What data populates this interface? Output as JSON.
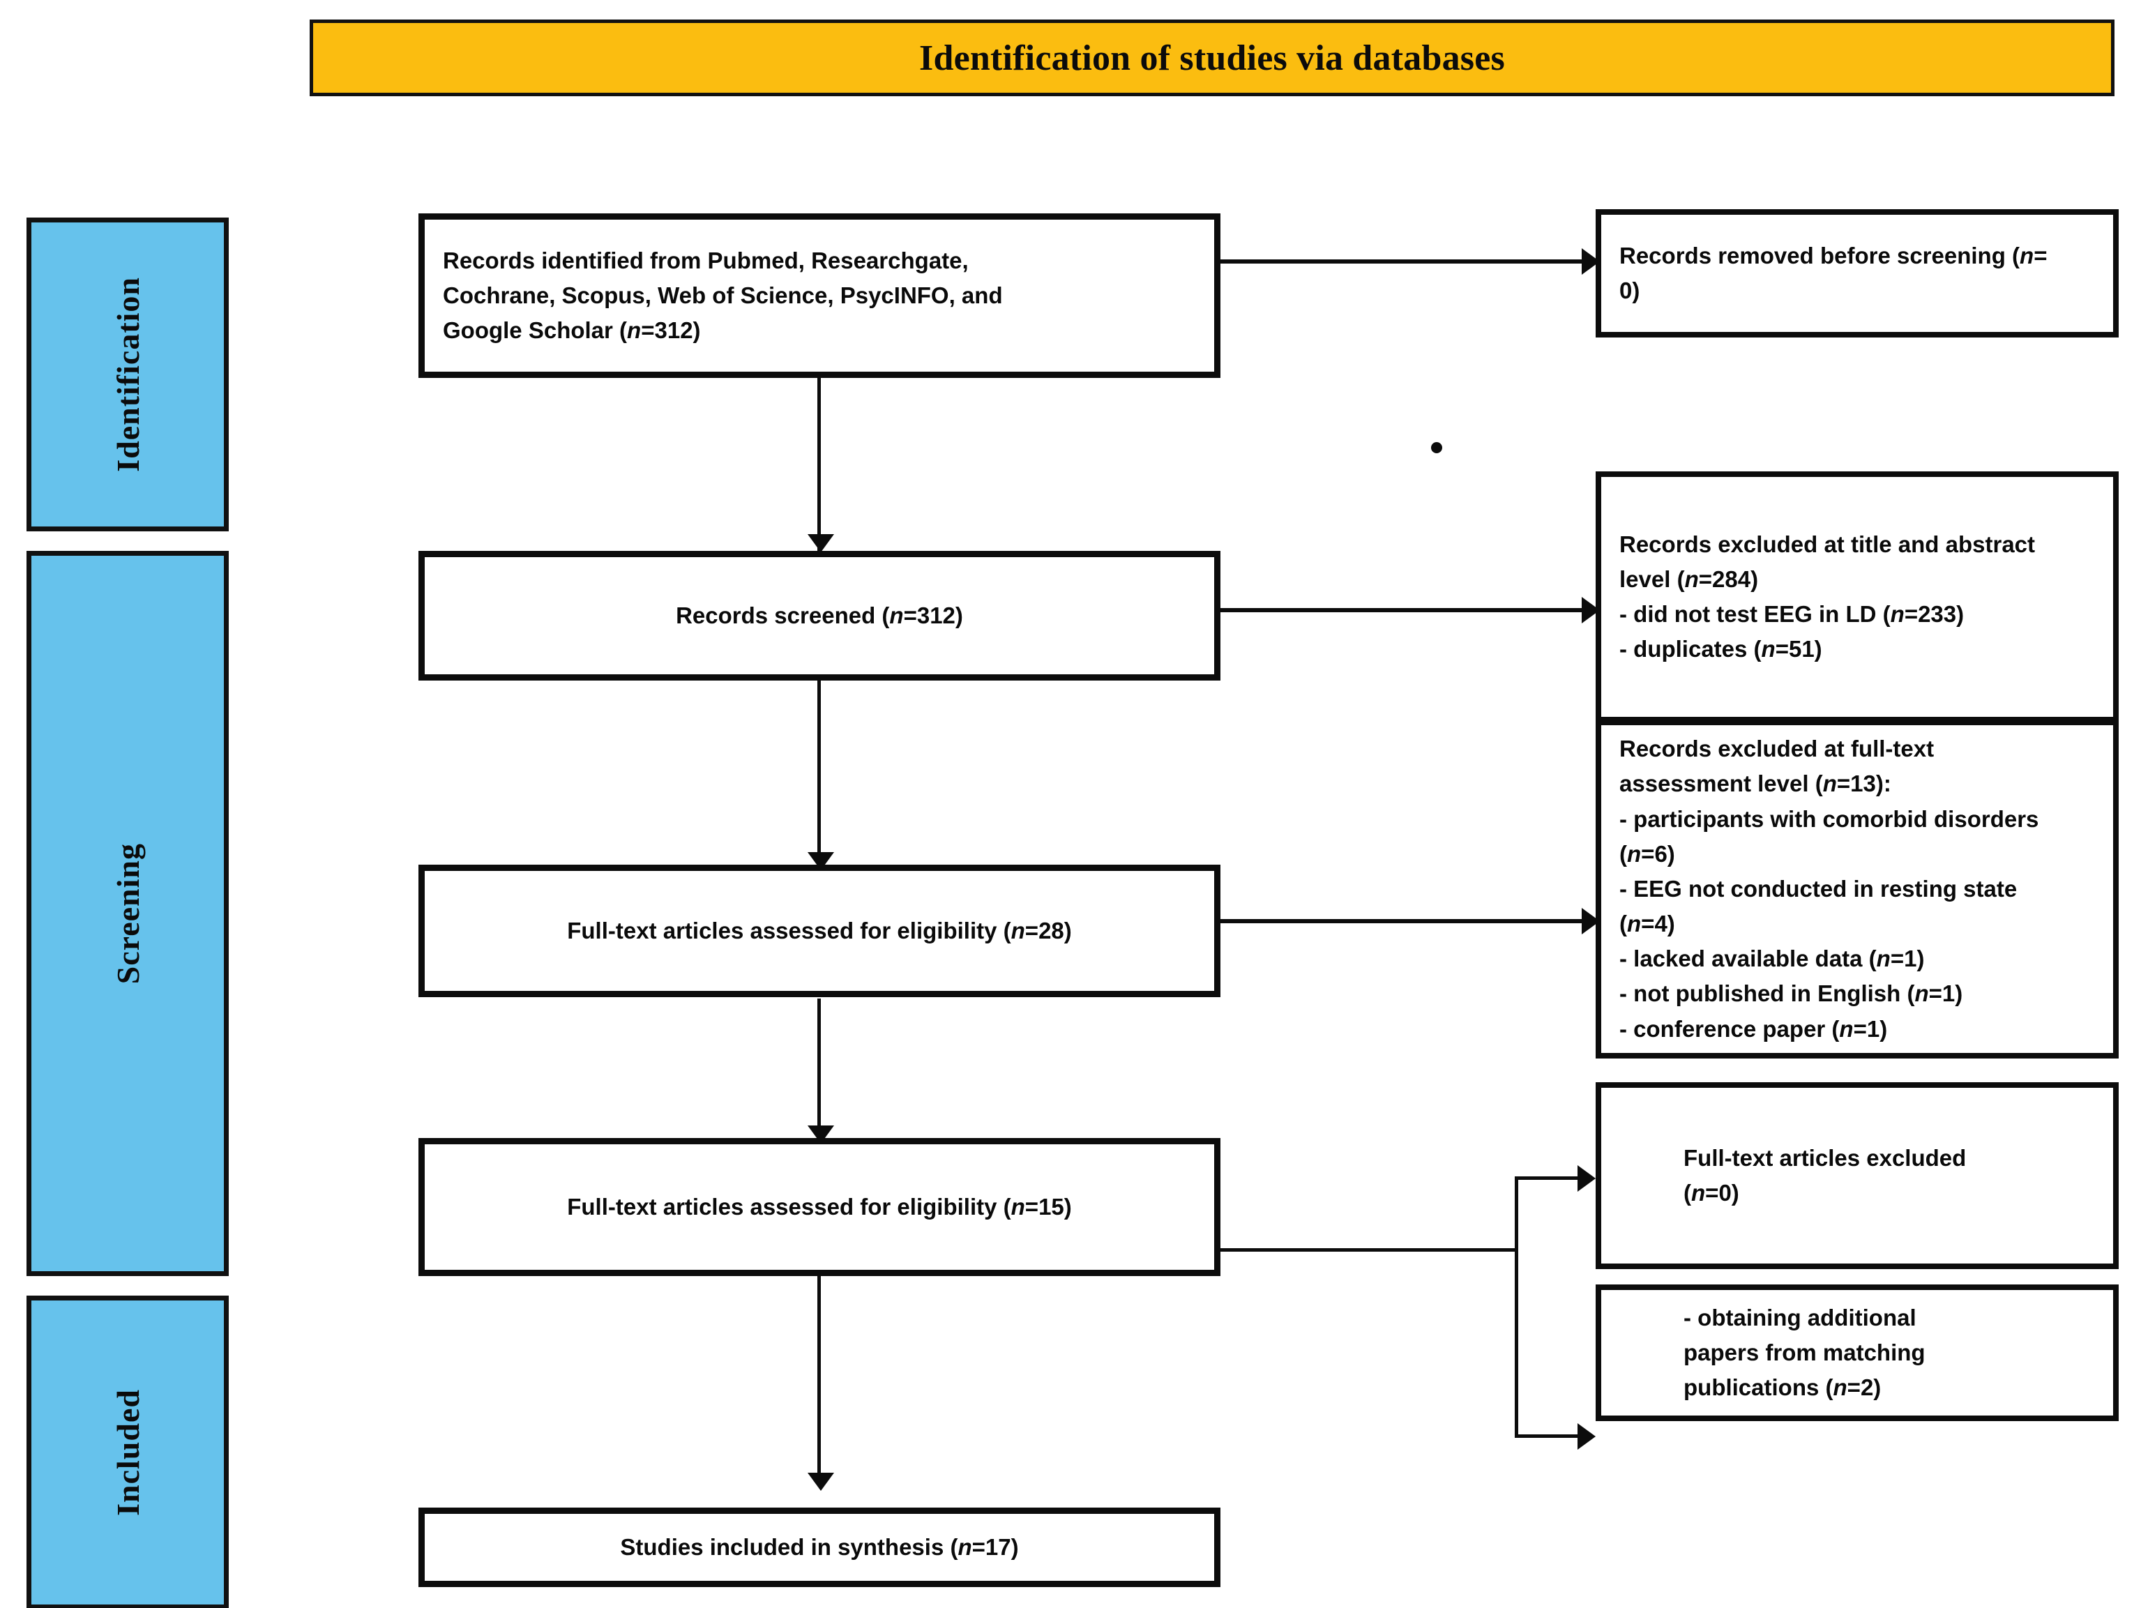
{
  "banner": {
    "title": "Identification of studies via databases",
    "background_color": "#FBBD10",
    "border_color": "#111111"
  },
  "stages": {
    "color": "#66C2EC",
    "items": [
      {
        "label": "Identification"
      },
      {
        "label": "Screening"
      },
      {
        "label": "Included"
      }
    ]
  },
  "flow": {
    "identification": {
      "records_identified": {
        "line1": "Records identified from Pubmed, Researchgate,",
        "line2": "Cochrane, Scopus, Web of Science, PsycINFO, and",
        "line3_prefix": "Google Scholar (",
        "line3_n": "n",
        "line3_suffix": "=312)"
      },
      "records_removed": {
        "line1_prefix": "Records removed before screening (",
        "line1_n": "n",
        "line1_suffix": "=",
        "line2": "0)"
      }
    },
    "screening": {
      "records_screened": {
        "prefix": "Records screened (",
        "n": "n",
        "suffix": "=312)"
      },
      "excluded_title_abstract": {
        "line1": "Records excluded at title and abstract",
        "line2_prefix": "level (",
        "line2_n": "n",
        "line2_suffix": "=284)",
        "line3_prefix": "- did not test EEG in LD (",
        "line3_n": "n",
        "line3_suffix": "=233)",
        "line4_prefix": "- duplicates (",
        "line4_n": "n",
        "line4_suffix": "=51)"
      },
      "fulltext_assessed_28": {
        "prefix": "Full-text articles assessed for eligibility (",
        "n": "n",
        "suffix": "=28)"
      },
      "excluded_fulltext": {
        "line1": "Records excluded at full-text",
        "line2_prefix": "assessment level (",
        "line2_n": "n",
        "line2_suffix": "=13):",
        "line3": "- participants with comorbid disorders",
        "line4_prefix": "(",
        "line4_n": "n",
        "line4_suffix": "=6)",
        "line5": "- EEG not conducted in resting state",
        "line6_prefix": "(",
        "line6_n": "n",
        "line6_suffix": "=4)",
        "line7_prefix": "- lacked available data (",
        "line7_n": "n",
        "line7_suffix": "=1)",
        "line8_prefix": "- not published in English (",
        "line8_n": "n",
        "line8_suffix": "=1)",
        "line9_prefix": "- conference paper (",
        "line9_n": "n",
        "line9_suffix": "=1)"
      },
      "fulltext_assessed_15": {
        "prefix": "Full-text articles assessed for eligibility (",
        "n": "n",
        "suffix": "=15)"
      },
      "fulltext_excluded_0": {
        "line1": "Full-text articles excluded",
        "line2_prefix": "(",
        "line2_n": "n",
        "line2_suffix": "=0)"
      },
      "additional_papers": {
        "line1": "- obtaining additional",
        "line2": "papers from matching",
        "line3_prefix": "publications (",
        "line3_n": "n",
        "line3_suffix": "=2)"
      }
    },
    "included": {
      "studies_included": {
        "prefix": "Studies included in synthesis (",
        "n": "n",
        "suffix": "=17)"
      }
    }
  },
  "chart_data": {
    "type": "diagram",
    "title": "Identification of studies via databases",
    "diagram_kind": "PRISMA flow diagram",
    "stages": [
      "Identification",
      "Screening",
      "Included"
    ],
    "nodes": [
      {
        "id": "records_identified",
        "stage": "Identification",
        "label": "Records identified from Pubmed, Researchgate, Cochrane, Scopus, Web of Science, PsycINFO, and Google Scholar",
        "n": 312
      },
      {
        "id": "records_removed",
        "stage": "Identification",
        "label": "Records removed before screening",
        "n": 0
      },
      {
        "id": "records_screened",
        "stage": "Screening",
        "label": "Records screened",
        "n": 312
      },
      {
        "id": "excluded_title_abstract",
        "stage": "Screening",
        "label": "Records excluded at title and abstract level",
        "n": 284,
        "reasons": [
          {
            "label": "did not test EEG in LD",
            "n": 233
          },
          {
            "label": "duplicates",
            "n": 51
          }
        ]
      },
      {
        "id": "fulltext_assessed_28",
        "stage": "Screening",
        "label": "Full-text articles assessed for eligibility",
        "n": 28
      },
      {
        "id": "excluded_fulltext",
        "stage": "Screening",
        "label": "Records excluded at full-text assessment level",
        "n": 13,
        "reasons": [
          {
            "label": "participants with comorbid disorders",
            "n": 6
          },
          {
            "label": "EEG not conducted in resting state",
            "n": 4
          },
          {
            "label": "lacked available data",
            "n": 1
          },
          {
            "label": "not published in English",
            "n": 1
          },
          {
            "label": "conference paper",
            "n": 1
          }
        ]
      },
      {
        "id": "fulltext_assessed_15",
        "stage": "Screening",
        "label": "Full-text articles assessed for eligibility",
        "n": 15
      },
      {
        "id": "fulltext_excluded_0",
        "stage": "Screening",
        "label": "Full-text articles excluded",
        "n": 0
      },
      {
        "id": "additional_papers",
        "stage": "Screening",
        "label": "obtaining additional papers from matching publications",
        "n": 2
      },
      {
        "id": "studies_included",
        "stage": "Included",
        "label": "Studies included in synthesis",
        "n": 17
      }
    ],
    "edges": [
      {
        "from": "records_identified",
        "to": "records_removed",
        "direction": "right"
      },
      {
        "from": "records_identified",
        "to": "records_screened",
        "direction": "down"
      },
      {
        "from": "records_screened",
        "to": "excluded_title_abstract",
        "direction": "right"
      },
      {
        "from": "records_screened",
        "to": "fulltext_assessed_28",
        "direction": "down"
      },
      {
        "from": "fulltext_assessed_28",
        "to": "excluded_fulltext",
        "direction": "right"
      },
      {
        "from": "fulltext_assessed_28",
        "to": "fulltext_assessed_15",
        "direction": "down"
      },
      {
        "from": "fulltext_assessed_15",
        "to": "fulltext_excluded_0",
        "direction": "right-branch-up"
      },
      {
        "from": "fulltext_assessed_15",
        "to": "additional_papers",
        "direction": "right-branch-down"
      },
      {
        "from": "fulltext_assessed_15",
        "to": "studies_included",
        "direction": "down"
      }
    ]
  }
}
